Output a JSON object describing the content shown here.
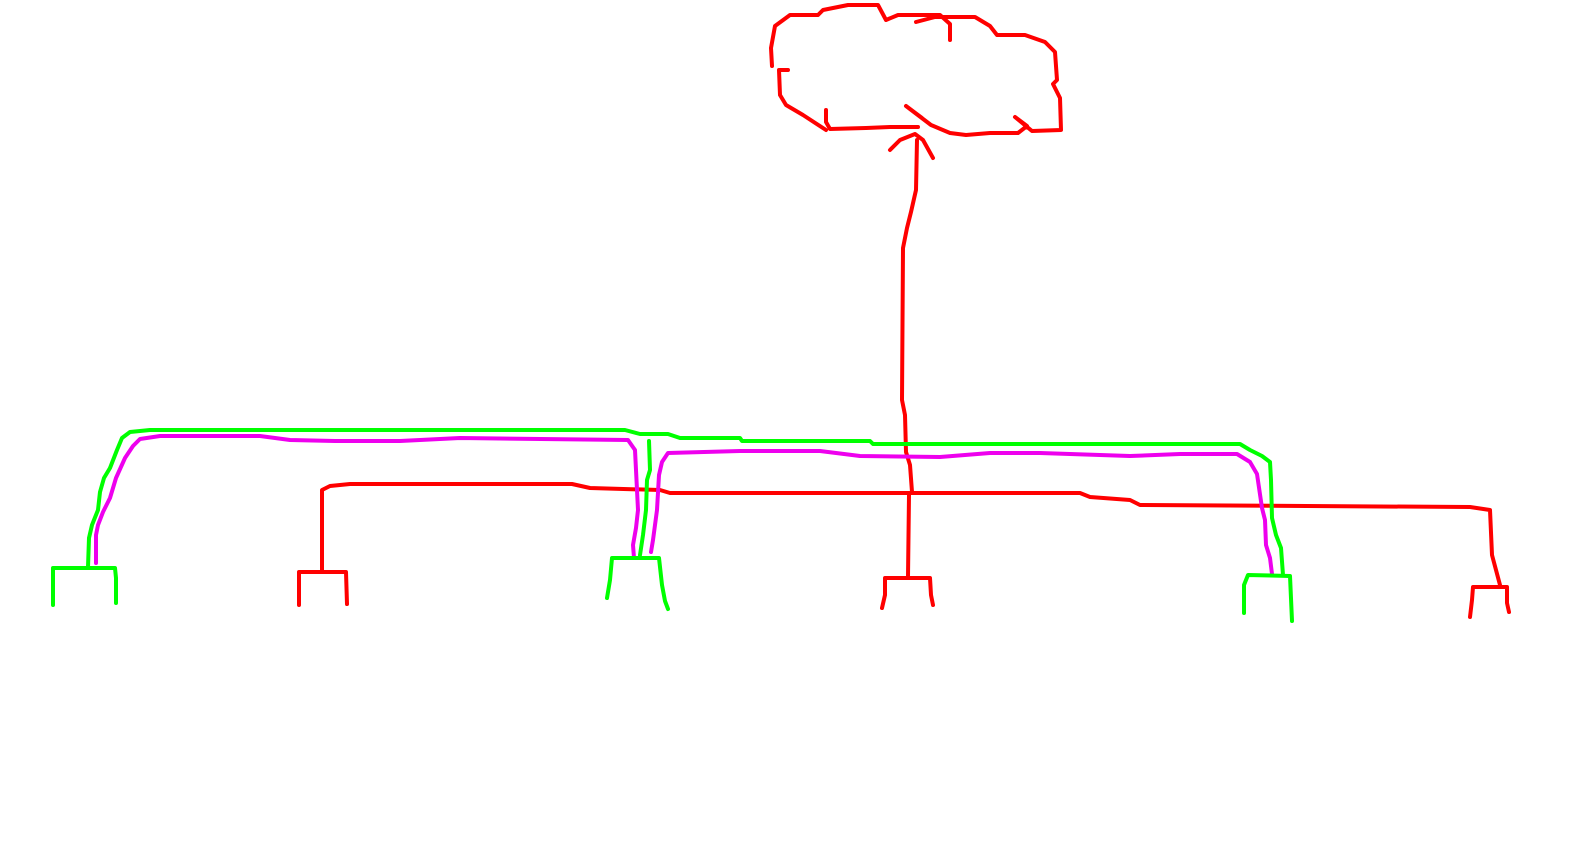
{
  "colors": {
    "background": "#ffffff",
    "red": "#ff0000",
    "green": "#00ff00",
    "magenta": "#ee00ee"
  },
  "diagram": {
    "nodes": [
      {
        "id": "cloud",
        "shape": "cloud",
        "color": "red"
      },
      {
        "id": "device-1",
        "shape": "device",
        "color": "green"
      },
      {
        "id": "device-2",
        "shape": "device",
        "color": "red"
      },
      {
        "id": "device-3",
        "shape": "device",
        "color": "green"
      },
      {
        "id": "device-4",
        "shape": "device",
        "color": "red"
      },
      {
        "id": "device-5",
        "shape": "device",
        "color": "green"
      },
      {
        "id": "device-6",
        "shape": "device",
        "color": "red"
      }
    ],
    "links": [
      {
        "from": "cloud",
        "to": "red-bus",
        "color": "red",
        "arrow": "to-cloud"
      },
      {
        "from": "red-bus",
        "to": "device-2",
        "color": "red"
      },
      {
        "from": "red-bus",
        "to": "device-4",
        "color": "red"
      },
      {
        "from": "red-bus",
        "to": "device-6",
        "color": "red"
      },
      {
        "from": "device-1",
        "to": "device-5",
        "color": "green",
        "via": "device-3"
      },
      {
        "from": "device-1",
        "to": "device-3",
        "color": "magenta"
      },
      {
        "from": "device-3",
        "to": "device-5",
        "color": "magenta"
      }
    ]
  }
}
